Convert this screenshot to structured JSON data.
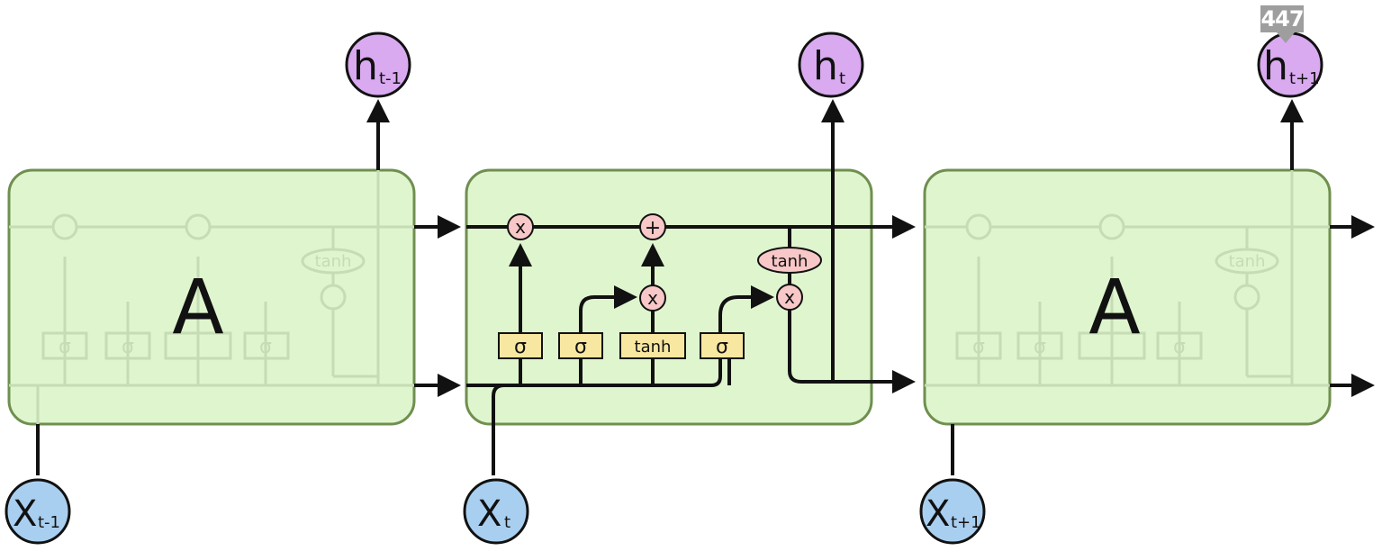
{
  "cells": [
    {
      "label": "A",
      "input_main": "X",
      "input_sub": "t-1",
      "output_main": "h",
      "output_sub": "t-1"
    },
    {
      "label": "",
      "input_main": "X",
      "input_sub": "t",
      "output_main": "h",
      "output_sub": "t"
    },
    {
      "label": "A",
      "input_main": "X",
      "input_sub": "t+1",
      "output_main": "h",
      "output_sub": "t+1"
    }
  ],
  "ops": {
    "multiply": "x",
    "add": "+",
    "tanh": "tanh"
  },
  "gates": [
    "σ",
    "σ",
    "tanh",
    "σ"
  ],
  "badge": "447",
  "colors": {
    "cell_fill": "#dff5ce",
    "cell_border": "#6f8f4f",
    "output_node": "#d9aaf0",
    "input_node": "#a9cff0",
    "op_node": "#f8c7c7",
    "gate_fill": "#f8e7a0",
    "stroke": "#111111"
  }
}
